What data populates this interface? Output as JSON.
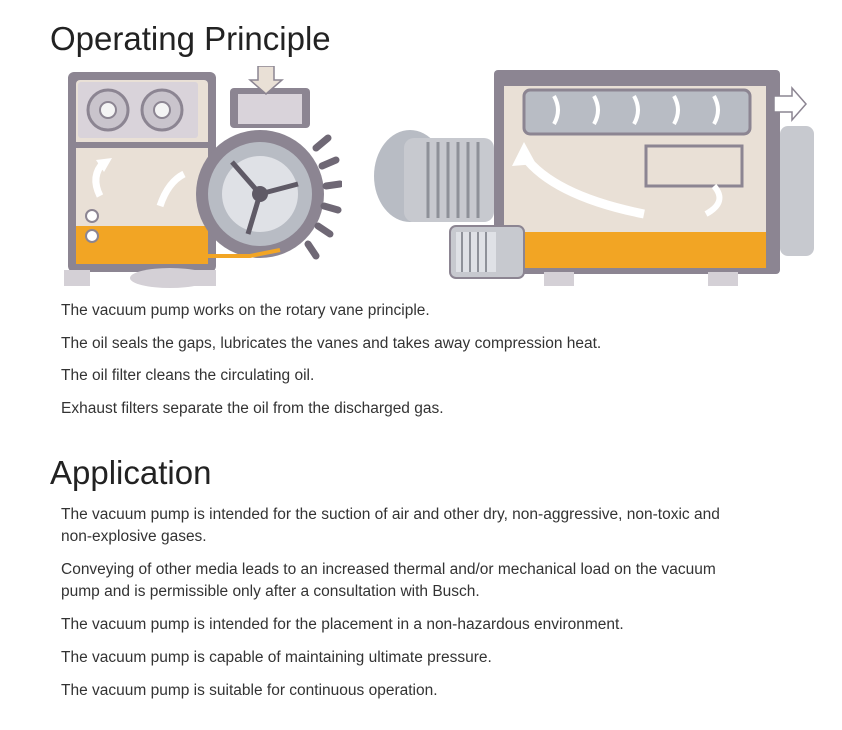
{
  "operating": {
    "title": "Operating Principle",
    "items": [
      "The vacuum pump works on the rotary vane principle.",
      "The oil seals the gaps, lubricates the vanes and takes away compression heat.",
      "The oil filter cleans the circulating oil.",
      "Exhaust filters separate the oil from the discharged gas."
    ]
  },
  "application": {
    "title": "Application",
    "items": [
      "The vacuum pump is intended for the suction of air and other dry, non-aggressive, non-toxic and non-explosive gases.",
      "Conveying of other media leads to an increased thermal and/or mechanical load on the vacuum pump and is permissible only after a consultation with Busch.",
      "The vacuum pump is intended for the placement in a non-hazardous environment.",
      "The vacuum pump is capable of maintaining ultimate pressure.",
      "The vacuum pump is suitable for continuous operation."
    ]
  },
  "colors": {
    "oil": "#f2a524",
    "housing": "#8c8592",
    "interior": "#e9e0d6",
    "metal": "#b8bcc4",
    "heading": "#222222",
    "text": "#333333"
  }
}
